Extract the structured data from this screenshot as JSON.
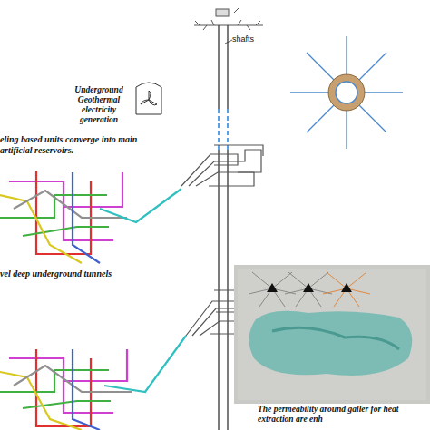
{
  "diagram": {
    "labels": [
      "shafts",
      "Underground Geothermal electricity generation",
      "eling based units converge into main artificial reservoirs.",
      "vel deep underground tunnels",
      "The permeability around galler for heat extraction are enh"
    ]
  }
}
